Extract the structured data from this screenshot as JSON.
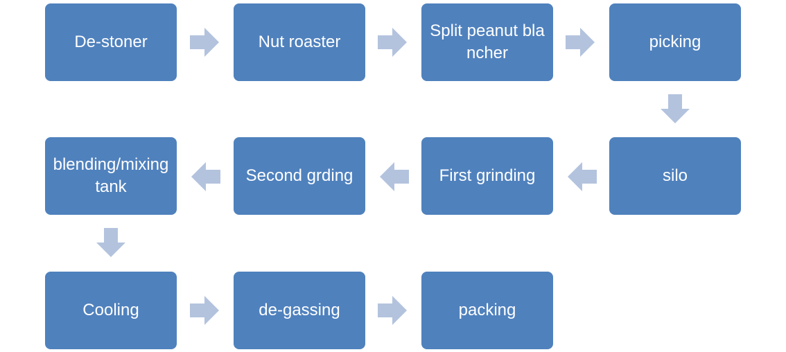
{
  "diagram": {
    "steps": [
      {
        "id": "de-stoner",
        "label": "De-stoner"
      },
      {
        "id": "nut-roaster",
        "label": "Nut roaster"
      },
      {
        "id": "split-peanut-blancher",
        "label": "Split peanut blancher"
      },
      {
        "id": "picking",
        "label": "picking"
      },
      {
        "id": "silo",
        "label": "silo"
      },
      {
        "id": "first-grinding",
        "label": "First grinding"
      },
      {
        "id": "second-grding",
        "label": "Second grding"
      },
      {
        "id": "blending-mixing-tank",
        "label": "blending/mixing tank"
      },
      {
        "id": "cooling",
        "label": "Cooling"
      },
      {
        "id": "de-gassing",
        "label": "de-gassing"
      },
      {
        "id": "packing",
        "label": "packing"
      }
    ],
    "colors": {
      "box_fill": "#4f81bd",
      "box_text": "#ffffff",
      "arrow_fill": "#b3c3de"
    }
  }
}
